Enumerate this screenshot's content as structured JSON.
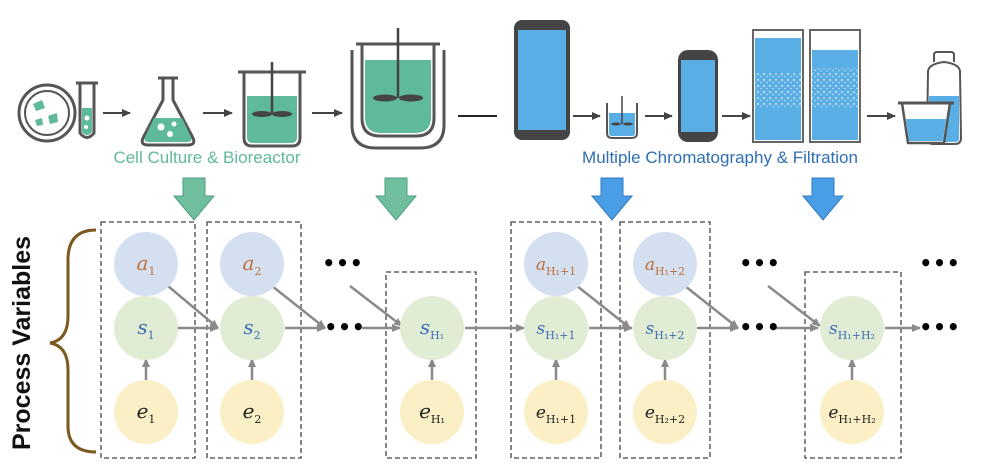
{
  "stage_labels": {
    "upstream": "Cell Culture & Bioreactor",
    "downstream": "Multiple Chromatography & Filtration"
  },
  "side_label": "Process Variables",
  "ellipsis": "•••",
  "colors": {
    "upstream": "#5fba9b",
    "downstream": "#2f6fb3",
    "action_fill": "#d4dff0",
    "state_fill": "#e1ecd5",
    "input_fill": "#fbefc6",
    "action_text": "#c0703a",
    "state_text": "#3f6fb4",
    "input_text": "#222222",
    "bracket": "#7a5a1e"
  },
  "columns": [
    {
      "a_base": "a",
      "a_sub": "1",
      "s_base": "s",
      "s_sub": "1",
      "e_base": "e",
      "e_sub": "1"
    },
    {
      "a_base": "a",
      "a_sub": "2",
      "s_base": "s",
      "s_sub": "2",
      "e_base": "e",
      "e_sub": "2"
    },
    {
      "a_base": "",
      "a_sub": "",
      "s_base": "s",
      "s_sub": "H₁",
      "e_base": "e",
      "e_sub": "H₁"
    },
    {
      "a_base": "a",
      "a_sub": "H₁+1",
      "s_base": "s",
      "s_sub": "H₁+1",
      "e_base": "e",
      "e_sub": "H₁+1"
    },
    {
      "a_base": "a",
      "a_sub": "H₁+2",
      "s_base": "s",
      "s_sub": "H₁+2",
      "e_base": "e",
      "e_sub": "H₂+2"
    },
    {
      "a_base": "",
      "a_sub": "",
      "s_base": "s",
      "s_sub": "H₁+H₂",
      "e_base": "e",
      "e_sub": "H₁+H₂"
    }
  ]
}
